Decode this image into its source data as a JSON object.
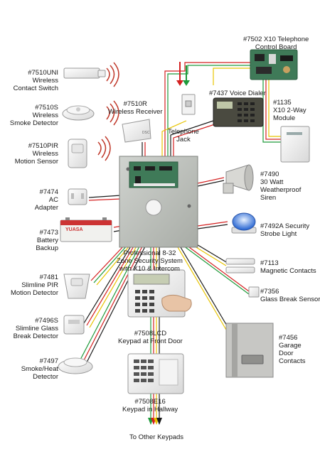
{
  "center": {
    "title_lines": [
      "Professional 8-32",
      "Zone Security System",
      "with X10 & Intercom"
    ]
  },
  "components": [
    {
      "id": "x10-telephone-control-board",
      "lines": [
        "#7502 X10 Telephone",
        "Control Board"
      ]
    },
    {
      "id": "wireless-contact-switch",
      "lines": [
        "#7510UNI",
        "Wireless",
        "Contact Switch"
      ]
    },
    {
      "id": "wireless-receiver",
      "lines": [
        "#7510R",
        "Wireless Receiver"
      ]
    },
    {
      "id": "voice-dialer",
      "lines": [
        "#7437 Voice Dialer"
      ]
    },
    {
      "id": "x10-2way-module",
      "lines": [
        "#1135",
        "X10 2-Way",
        "Module"
      ]
    },
    {
      "id": "wireless-smoke-detector",
      "lines": [
        "#7510S",
        "Wireless",
        "Smoke Detector"
      ]
    },
    {
      "id": "telephone-jack",
      "lines": [
        "Telephone",
        "Jack"
      ]
    },
    {
      "id": "wireless-motion-sensor",
      "lines": [
        "#7510PIR",
        "Wireless",
        "Motion Sensor"
      ]
    },
    {
      "id": "ac-adapter",
      "lines": [
        "#7474",
        "AC",
        "Adapter"
      ]
    },
    {
      "id": "weatherproof-siren",
      "lines": [
        "#7490",
        "30 Watt",
        "Weatherproof",
        "Siren"
      ]
    },
    {
      "id": "strobe-light",
      "lines": [
        "#7492A Security",
        "Strobe Light"
      ]
    },
    {
      "id": "battery-backup",
      "lines": [
        "#7473",
        "Battery",
        "Backup"
      ]
    },
    {
      "id": "magnetic-contacts",
      "lines": [
        "#7113",
        "Magnetic Contacts"
      ]
    },
    {
      "id": "pir-motion-detector",
      "lines": [
        "#7481",
        "Slimline PIR",
        "Motion Detector"
      ]
    },
    {
      "id": "glass-break-sensor",
      "lines": [
        "#7356",
        "Glass Break Sensor"
      ]
    },
    {
      "id": "glass-break-detector",
      "lines": [
        "#7496S",
        "Slimline Glass",
        "Break Detector"
      ]
    },
    {
      "id": "lcd-keypad",
      "lines": [
        "#7508LCD",
        "Keypad at Front Door"
      ]
    },
    {
      "id": "garage-door-contacts",
      "lines": [
        "#7456",
        "Garage",
        "Door",
        "Contacts"
      ]
    },
    {
      "id": "smoke-heat-detector",
      "lines": [
        "#7497",
        "Smoke/Heat",
        "Detector"
      ]
    },
    {
      "id": "hallway-keypad",
      "lines": [
        "#7508E16",
        "Keypad in Hallway"
      ]
    }
  ],
  "footer": {
    "text": "To Other Keypads"
  },
  "battery_brand": "YUASA",
  "colors": {
    "wire_red": "#d42020",
    "wire_green": "#1e9a3a",
    "wire_yellow": "#e8c400",
    "wire_black": "#1a1a1a",
    "cabinet": "#b9bdb8",
    "circuit_board": "#3f7a58",
    "radio_wave": "#c0392b"
  }
}
